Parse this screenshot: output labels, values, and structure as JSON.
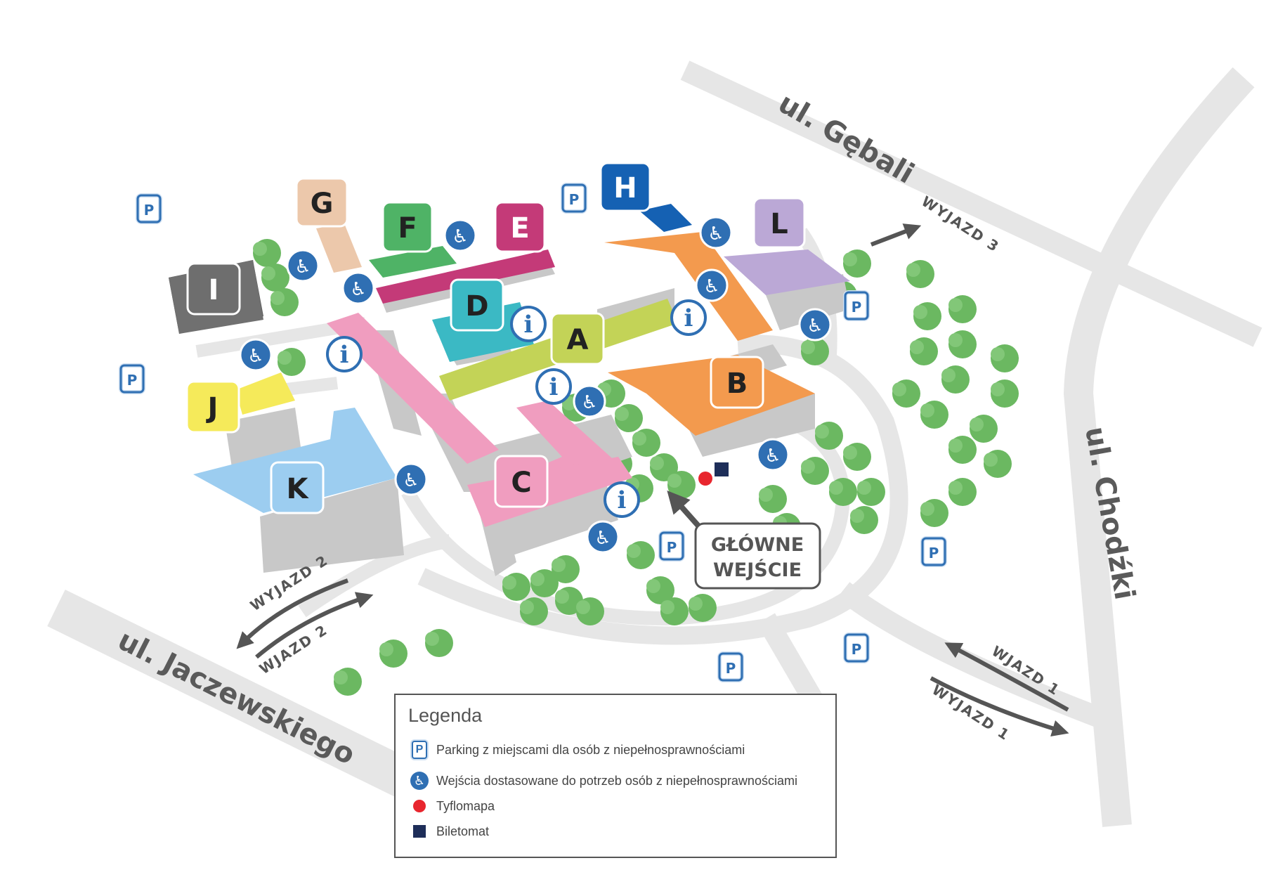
{
  "streets": {
    "gebali": "ul. Gębali",
    "chodzki": "ul. Chodźki",
    "jaczewskiego": "ul. Jaczewskiego"
  },
  "exits": {
    "wyjazd1": "WYJAZD 1",
    "wjazd1": "WJAZD 1",
    "wyjazd2": "WYJAZD 2",
    "wjazd2": "WJAZD 2",
    "wyjazd3": "WYJAZD 3"
  },
  "main_entrance": {
    "line1": "GŁÓWNE",
    "line2": "WEJŚCIE"
  },
  "buildings": {
    "A": "A",
    "B": "B",
    "C": "C",
    "D": "D",
    "E": "E",
    "F": "F",
    "G": "G",
    "H": "H",
    "I": "I",
    "J": "J",
    "K": "K",
    "L": "L"
  },
  "colors": {
    "A": "#c3d357",
    "B": "#f39a4e",
    "C": "#f09dbf",
    "D": "#3bb9c4",
    "E": "#c43a78",
    "F": "#4fb366",
    "G": "#ecc8ab",
    "H": "#1561b3",
    "I": "#6e6e6e",
    "J": "#f5ea5a",
    "K": "#9ccdf0",
    "L": "#bba8d6",
    "road": "#e6e6e6",
    "tree": "#6bb861",
    "accessible": "#2f6fb3",
    "tyflomapa": "#e8262e",
    "biletomat": "#1e2e59"
  },
  "icons": {
    "parking": "P",
    "info": "i",
    "wheelchair": "♿"
  },
  "legend": {
    "title": "Legenda",
    "items": [
      {
        "icon": "parking-icon",
        "label": "Parking z miejscami dla osób z niepełnosprawnościami"
      },
      {
        "icon": "wheelchair-icon",
        "label": "Wejścia dostasowane do potrzeb osób z niepełnosprawnościami"
      },
      {
        "icon": "red-dot-icon",
        "label": "Tyflomapa"
      },
      {
        "icon": "square-icon",
        "label": "Biletomat"
      }
    ]
  }
}
